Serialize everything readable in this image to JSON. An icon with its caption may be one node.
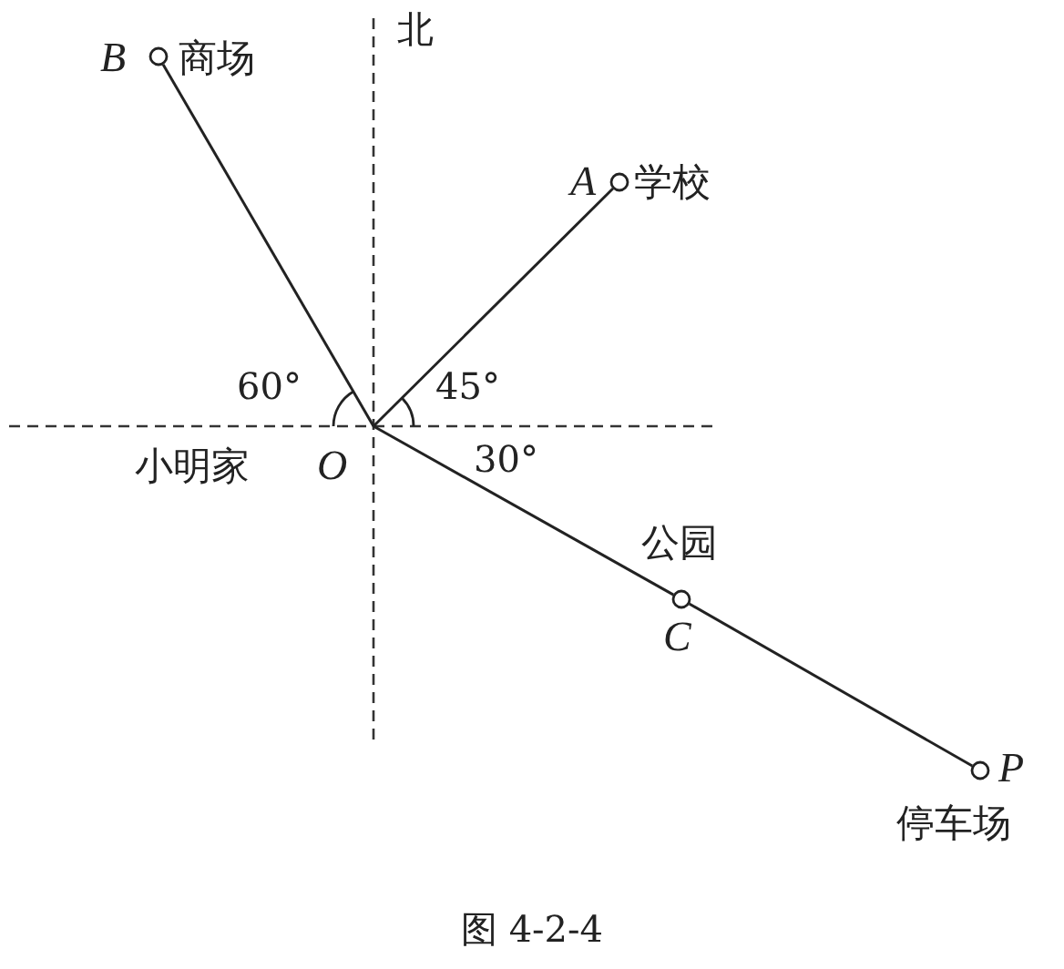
{
  "diagram": {
    "caption": "图 4-2-4",
    "nodes": [
      {
        "text": [
          "B",
          "商场"
        ]
      },
      {
        "text": [
          "A",
          "学校"
        ]
      },
      {
        "text": [
          "小明家",
          "O"
        ]
      },
      {
        "text": [
          "公园",
          "C"
        ]
      },
      {
        "text": [
          "P",
          "停车场"
        ]
      }
    ],
    "edges": [
      {
        "from": 2,
        "to": 0,
        "arrow": "none"
      },
      {
        "from": 2,
        "to": 1,
        "arrow": "none"
      },
      {
        "from": 2,
        "to": 3,
        "arrow": "none"
      },
      {
        "from": 3,
        "to": 4,
        "arrow": "none"
      }
    ],
    "labels": [
      "北",
      "60°",
      "45°",
      "30°"
    ]
  }
}
